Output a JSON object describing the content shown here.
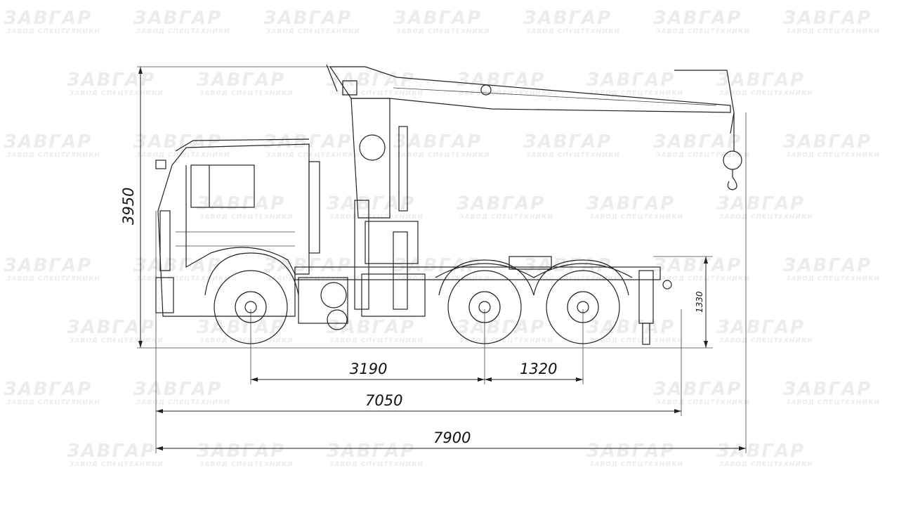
{
  "watermark": {
    "brand": "ЗАВГАР",
    "tagline": "ЗАВОД СПЕЦТЕХНИКИ"
  },
  "dimensions": {
    "overall_height": "3950",
    "fifth_wheel_height": "1330",
    "wheelbase_front": "3190",
    "wheelbase_rear": "1320",
    "length_to_rear_axle_end": "7050",
    "overall_length": "7900"
  }
}
